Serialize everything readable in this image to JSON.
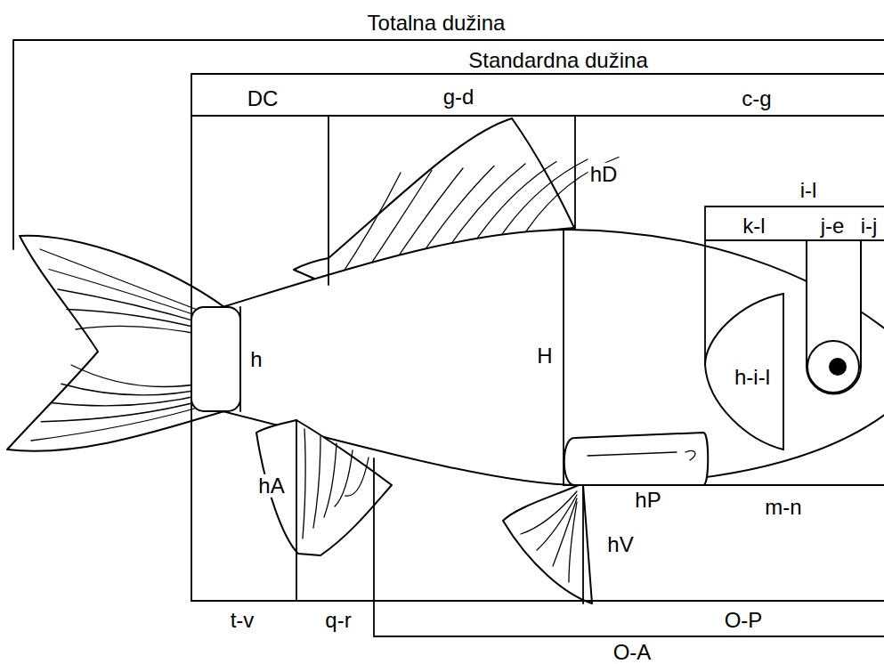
{
  "diagram": {
    "labels": [
      "Totalna dužina",
      "Standardna dužina",
      "DC",
      "g-d",
      "c-g",
      "hD",
      "i-l",
      "k-l",
      "j-e",
      "i-j",
      "h",
      "H",
      "h-i-l",
      "hA",
      "hP",
      "m-n",
      "hV",
      "t-v",
      "q-r",
      "O-P",
      "O-A"
    ]
  }
}
